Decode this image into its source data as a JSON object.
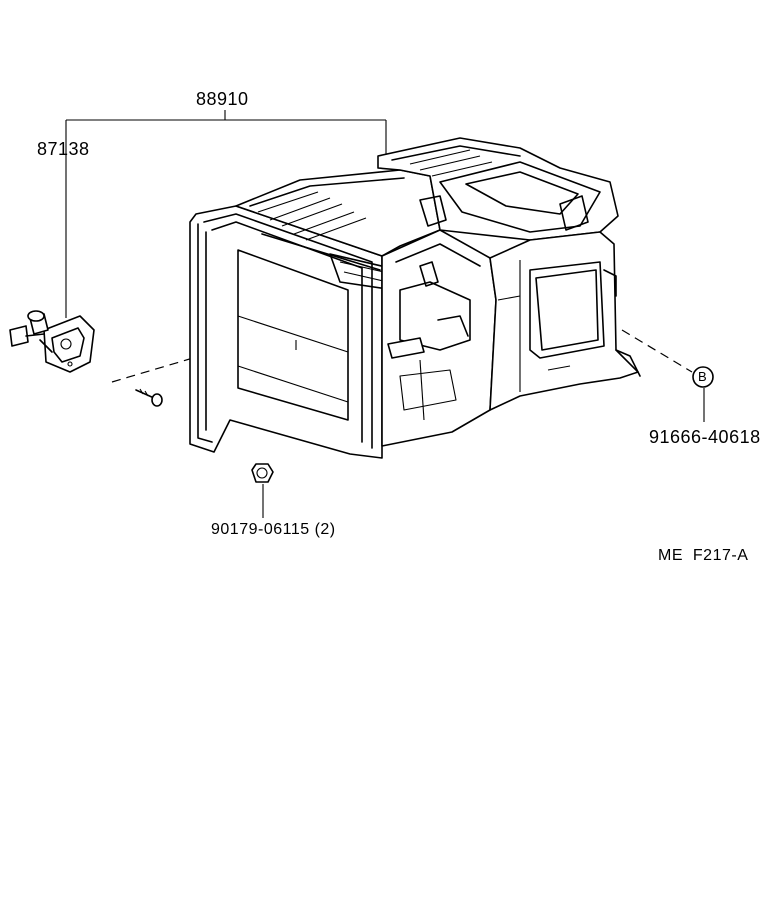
{
  "labels": {
    "assembly": "88910",
    "resistor": "87138",
    "clip": "91666-40618",
    "nut": "90179-06115 (2)",
    "ref_code": "ME  F217-A",
    "marker": "B"
  }
}
